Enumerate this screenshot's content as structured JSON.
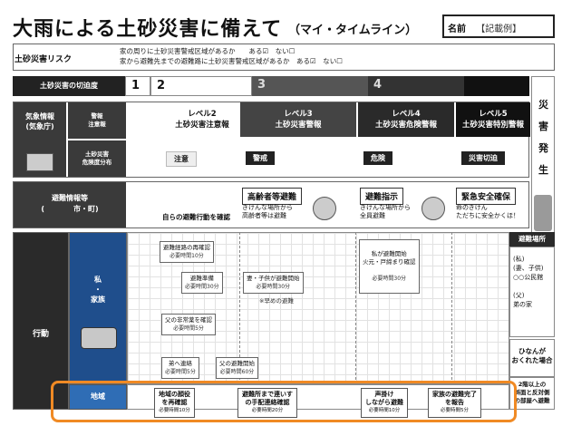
{
  "header": {
    "title": "大雨による土砂災害に備えて",
    "subtitle": "（マイ・タイムライン）",
    "name_label": "名前",
    "name_value": "【記載例】"
  },
  "risk": {
    "label": "土砂災害リスク",
    "line1": "家の周りに土砂災害警戒区域があるか　　ある☑　ない☐",
    "line2": "家から避難先までの避難路に土砂災害警戒区域があるか　ある☑　ない☐"
  },
  "levels": {
    "label": "土砂災害の切迫度",
    "n1": "1",
    "n2": "2",
    "n3": "3",
    "n4": "4"
  },
  "side": {
    "chars": [
      "災",
      "害",
      "発",
      "生"
    ]
  },
  "weather": {
    "label_line1": "気象情報",
    "label_line2": "(気象庁)",
    "warn_label": "警報\n注意報",
    "map_label": "土砂災害\n危険度分布",
    "lv2": "レベル2\n土砂災害注意報",
    "lv3": "レベル3\n土砂災害警報",
    "lv4": "レベル4\n土砂災害危険警報",
    "lv5": "レベル5\n土砂災害特別警報",
    "tag2": "注意",
    "tag3": "警戒",
    "tag4": "危険",
    "tag5": "災害切迫"
  },
  "evac": {
    "label_line1": "避難情報等",
    "label_line2": "(　　　　市・町)",
    "lv2_text": "自らの避難行動を確認",
    "lv3_box": "高齢者等避難",
    "lv3_sub": "きけんな場所から\n高齢者等は避難",
    "lv4_box": "避難指示",
    "lv4_sub": "きけんな場所から\n全員避難",
    "lv5_box": "緊急安全確保",
    "lv5_sub": "命のきけん\nただちに安全かくほ！"
  },
  "action": {
    "label": "行動",
    "private_label": "私\n・\n家族",
    "community_label": "地域",
    "shelter_title": "避難場所",
    "shelter_list": "(私)\n(妻、子供)\n○○公民館\n\n(父)\n弟の家",
    "late_title": "ひなんが\nおくれた場合",
    "late_text": "2階以上の\n斜面と反対側\nの部屋へ避難",
    "notes": [
      {
        "text": "避難経路の再確認",
        "time": "必要時間10分"
      },
      {
        "text": "避難準備",
        "time": "必要時間30分"
      },
      {
        "text": "妻・子供が避難開始",
        "time": "必要時間30分"
      },
      {
        "text": "※早めの避難",
        "time": ""
      },
      {
        "text": "父の非常薬を確認",
        "time": "必要時間5分"
      },
      {
        "text": "弟へ連絡",
        "time": "必要時間5分"
      },
      {
        "text": "父の避難開始",
        "time": "必要時間60分"
      },
      {
        "text": "私が避難開始\n火元・戸締まり確認",
        "time": "必要時間30分"
      }
    ],
    "community_notes": [
      {
        "text": "地域の顔役\nを再確認",
        "time": "必要時間10分"
      },
      {
        "text": "避難所まで連いす\nの手配連絡確認",
        "time": "必要時間20分"
      },
      {
        "text": "声掛け\nしながら避難",
        "time": "必要時間10分"
      },
      {
        "text": "家族の避難完了\nを報告",
        "time": "必要時間5分"
      }
    ]
  },
  "colors": {
    "dark": "#222222",
    "band_dark": "#3a3a3a",
    "community_blue": "#2f6db5",
    "action_blue": "#1f4e8c",
    "highlight_orange": "#f08a24"
  }
}
